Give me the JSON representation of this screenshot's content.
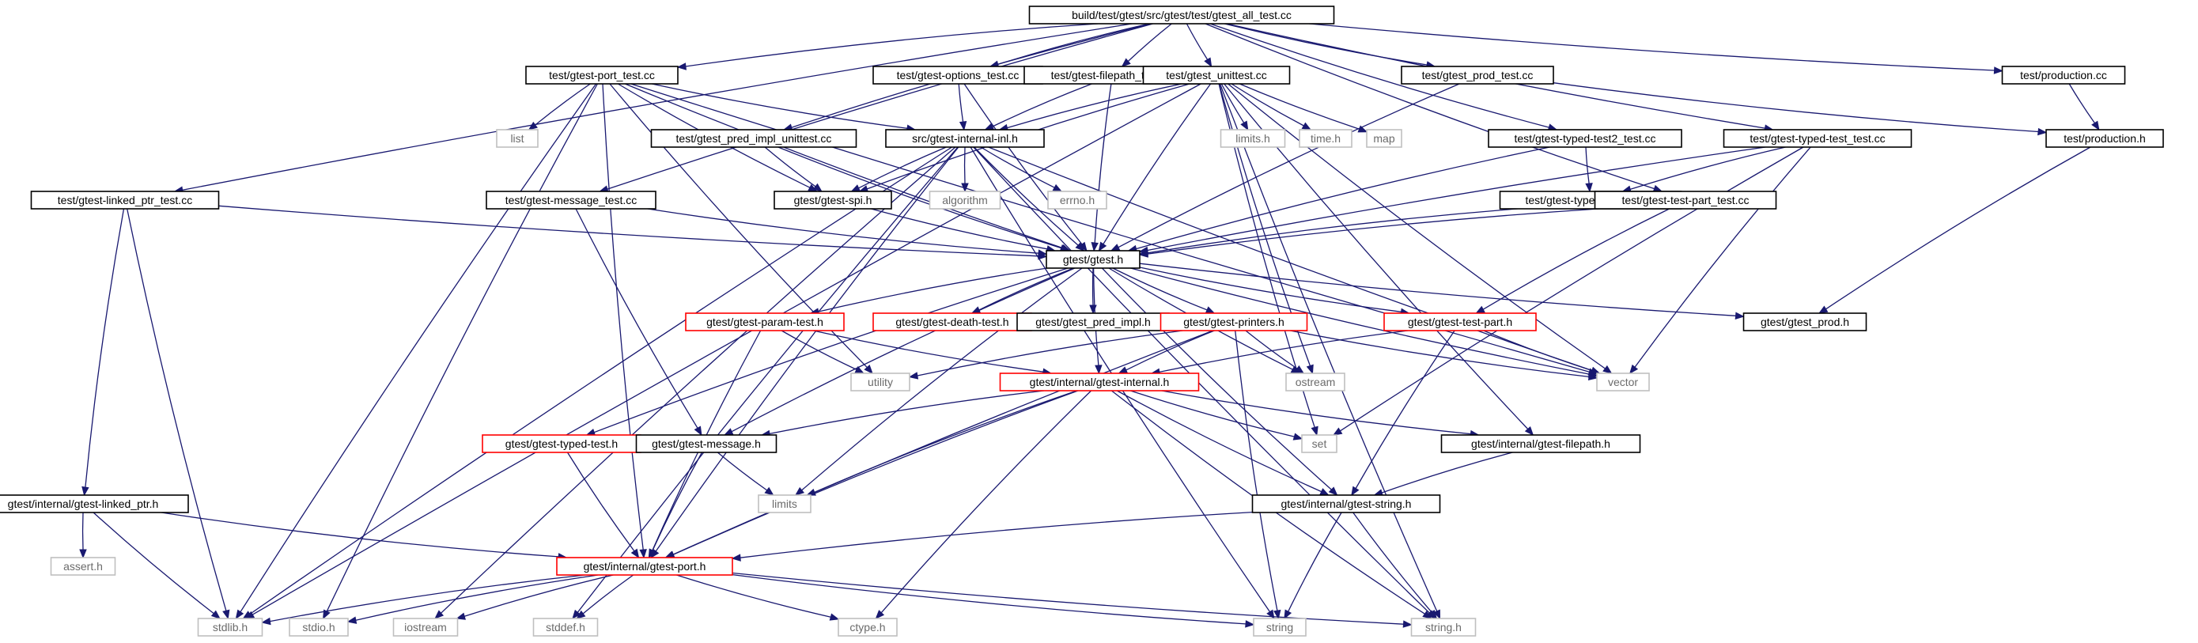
{
  "diagram": {
    "type": "include-dependency-graph",
    "colors": {
      "edge": "#191970",
      "root_fill": "#bfbfbf",
      "header_border": "#000000",
      "truncated_border": "#ff0000",
      "system_border": "#bfbfbf",
      "system_text": "#6b6b6b",
      "background": "#ffffff"
    },
    "nodes": [
      {
        "id": "root",
        "label": "build/test/gtest/src/gtest/test/gtest_all_test.cc",
        "kind": "root"
      },
      {
        "id": "port_test",
        "label": "test/gtest-port_test.cc",
        "kind": "file"
      },
      {
        "id": "options_test",
        "label": "test/gtest-options_test.cc",
        "kind": "file"
      },
      {
        "id": "filepath_test",
        "label": "test/gtest-filepath_test.cc",
        "kind": "file"
      },
      {
        "id": "unittest",
        "label": "test/gtest_unittest.cc",
        "kind": "file"
      },
      {
        "id": "prod_test",
        "label": "test/gtest_prod_test.cc",
        "kind": "file"
      },
      {
        "id": "production_cc",
        "label": "test/production.cc",
        "kind": "file"
      },
      {
        "id": "list",
        "label": "list",
        "kind": "system"
      },
      {
        "id": "pred_impl_unittest",
        "label": "test/gtest_pred_impl_unittest.cc",
        "kind": "file"
      },
      {
        "id": "internal_inl",
        "label": "src/gtest-internal-inl.h",
        "kind": "file"
      },
      {
        "id": "limits_h",
        "label": "limits.h",
        "kind": "system"
      },
      {
        "id": "time_h",
        "label": "time.h",
        "kind": "system"
      },
      {
        "id": "map",
        "label": "map",
        "kind": "system"
      },
      {
        "id": "typed_test2",
        "label": "test/gtest-typed-test2_test.cc",
        "kind": "file"
      },
      {
        "id": "typed_test_cc",
        "label": "test/gtest-typed-test_test.cc",
        "kind": "file"
      },
      {
        "id": "production_h",
        "label": "test/production.h",
        "kind": "file"
      },
      {
        "id": "linked_ptr_test",
        "label": "test/gtest-linked_ptr_test.cc",
        "kind": "file"
      },
      {
        "id": "message_test",
        "label": "test/gtest-message_test.cc",
        "kind": "file"
      },
      {
        "id": "spi",
        "label": "gtest/gtest-spi.h",
        "kind": "file"
      },
      {
        "id": "algorithm",
        "label": "algorithm",
        "kind": "system"
      },
      {
        "id": "errno",
        "label": "errno.h",
        "kind": "system"
      },
      {
        "id": "typed_test_h",
        "label": "test/gtest-typed-test_test.h",
        "kind": "file"
      },
      {
        "id": "test_part_test",
        "label": "test/gtest-test-part_test.cc",
        "kind": "file"
      },
      {
        "id": "gtest_h",
        "label": "gtest/gtest.h",
        "kind": "file"
      },
      {
        "id": "param_test",
        "label": "gtest/gtest-param-test.h",
        "kind": "truncated"
      },
      {
        "id": "death_test",
        "label": "gtest/gtest-death-test.h",
        "kind": "truncated"
      },
      {
        "id": "pred_impl",
        "label": "gtest/gtest_pred_impl.h",
        "kind": "file"
      },
      {
        "id": "printers",
        "label": "gtest/gtest-printers.h",
        "kind": "truncated"
      },
      {
        "id": "test_part",
        "label": "gtest/gtest-test-part.h",
        "kind": "truncated"
      },
      {
        "id": "gtest_prod",
        "label": "gtest/gtest_prod.h",
        "kind": "file"
      },
      {
        "id": "utility",
        "label": "utility",
        "kind": "system"
      },
      {
        "id": "gtest_internal",
        "label": "gtest/internal/gtest-internal.h",
        "kind": "truncated"
      },
      {
        "id": "ostream",
        "label": "ostream",
        "kind": "system"
      },
      {
        "id": "vector",
        "label": "vector",
        "kind": "system"
      },
      {
        "id": "typed_test_hdr",
        "label": "gtest/gtest-typed-test.h",
        "kind": "truncated"
      },
      {
        "id": "message_h",
        "label": "gtest/gtest-message.h",
        "kind": "file"
      },
      {
        "id": "set",
        "label": "set",
        "kind": "system"
      },
      {
        "id": "filepath_h",
        "label": "gtest/internal/gtest-filepath.h",
        "kind": "file"
      },
      {
        "id": "limits",
        "label": "limits",
        "kind": "system"
      },
      {
        "id": "linked_ptr_h",
        "label": "gtest/internal/gtest-linked_ptr.h",
        "kind": "file"
      },
      {
        "id": "string_h_int",
        "label": "gtest/internal/gtest-string.h",
        "kind": "file"
      },
      {
        "id": "assert_h",
        "label": "assert.h",
        "kind": "system"
      },
      {
        "id": "port_h",
        "label": "gtest/internal/gtest-port.h",
        "kind": "truncated"
      },
      {
        "id": "stdlib",
        "label": "stdlib.h",
        "kind": "system"
      },
      {
        "id": "stdio",
        "label": "stdio.h",
        "kind": "system"
      },
      {
        "id": "iostream",
        "label": "iostream",
        "kind": "system"
      },
      {
        "id": "stddef",
        "label": "stddef.h",
        "kind": "system"
      },
      {
        "id": "ctype",
        "label": "ctype.h",
        "kind": "system"
      },
      {
        "id": "string",
        "label": "string",
        "kind": "system"
      },
      {
        "id": "string_h",
        "label": "string.h",
        "kind": "system"
      }
    ],
    "edges": [
      [
        "root",
        "port_test"
      ],
      [
        "root",
        "options_test"
      ],
      [
        "root",
        "filepath_test"
      ],
      [
        "root",
        "unittest"
      ],
      [
        "root",
        "prod_test"
      ],
      [
        "root",
        "production_cc"
      ],
      [
        "root",
        "linked_ptr_test"
      ],
      [
        "root",
        "message_test"
      ],
      [
        "root",
        "pred_impl_unittest"
      ],
      [
        "root",
        "typed_test2"
      ],
      [
        "root",
        "typed_test_cc"
      ],
      [
        "root",
        "test_part_test"
      ],
      [
        "port_test",
        "list"
      ],
      [
        "port_test",
        "stdio"
      ],
      [
        "port_test",
        "stdlib"
      ],
      [
        "port_test",
        "internal_inl"
      ],
      [
        "port_test",
        "spi"
      ],
      [
        "port_test",
        "gtest_h"
      ],
      [
        "port_test",
        "utility"
      ],
      [
        "port_test",
        "vector"
      ],
      [
        "port_test",
        "port_h"
      ],
      [
        "options_test",
        "internal_inl"
      ],
      [
        "options_test",
        "gtest_h"
      ],
      [
        "filepath_test",
        "internal_inl"
      ],
      [
        "filepath_test",
        "gtest_h"
      ],
      [
        "unittest",
        "internal_inl"
      ],
      [
        "unittest",
        "limits_h"
      ],
      [
        "unittest",
        "time_h"
      ],
      [
        "unittest",
        "map"
      ],
      [
        "unittest",
        "spi"
      ],
      [
        "unittest",
        "gtest_h"
      ],
      [
        "unittest",
        "ostream"
      ],
      [
        "unittest",
        "vector"
      ],
      [
        "unittest",
        "stdlib"
      ],
      [
        "unittest",
        "string_h"
      ],
      [
        "unittest",
        "set"
      ],
      [
        "unittest",
        "filepath_h"
      ],
      [
        "prod_test",
        "gtest_h"
      ],
      [
        "prod_test",
        "production_h"
      ],
      [
        "production_cc",
        "production_h"
      ],
      [
        "production_h",
        "gtest_prod"
      ],
      [
        "pred_impl_unittest",
        "spi"
      ],
      [
        "pred_impl_unittest",
        "gtest_h"
      ],
      [
        "internal_inl",
        "spi"
      ],
      [
        "internal_inl",
        "algorithm"
      ],
      [
        "internal_inl",
        "errno"
      ],
      [
        "internal_inl",
        "gtest_h"
      ],
      [
        "internal_inl",
        "vector"
      ],
      [
        "internal_inl",
        "stdlib"
      ],
      [
        "internal_inl",
        "iostream"
      ],
      [
        "internal_inl",
        "stddef"
      ],
      [
        "internal_inl",
        "port_h"
      ],
      [
        "internal_inl",
        "string"
      ],
      [
        "internal_inl",
        "string_h"
      ],
      [
        "typed_test2",
        "typed_test_h"
      ],
      [
        "typed_test2",
        "gtest_h"
      ],
      [
        "typed_test_cc",
        "typed_test_h"
      ],
      [
        "typed_test_cc",
        "gtest_h"
      ],
      [
        "typed_test_cc",
        "vector"
      ],
      [
        "typed_test_cc",
        "set"
      ],
      [
        "typed_test_h",
        "gtest_h"
      ],
      [
        "linked_ptr_test",
        "gtest_h"
      ],
      [
        "linked_ptr_test",
        "linked_ptr_h"
      ],
      [
        "linked_ptr_test",
        "stdlib"
      ],
      [
        "message_test",
        "gtest_h"
      ],
      [
        "message_test",
        "message_h"
      ],
      [
        "spi",
        "gtest_h"
      ],
      [
        "test_part_test",
        "gtest_h"
      ],
      [
        "test_part_test",
        "test_part"
      ],
      [
        "gtest_h",
        "param_test"
      ],
      [
        "gtest_h",
        "death_test"
      ],
      [
        "gtest_h",
        "pred_impl"
      ],
      [
        "gtest_h",
        "printers"
      ],
      [
        "gtest_h",
        "test_part"
      ],
      [
        "gtest_h",
        "gtest_prod"
      ],
      [
        "gtest_h",
        "gtest_internal"
      ],
      [
        "gtest_h",
        "typed_test_hdr"
      ],
      [
        "gtest_h",
        "message_h"
      ],
      [
        "gtest_h",
        "ostream"
      ],
      [
        "gtest_h",
        "vector"
      ],
      [
        "gtest_h",
        "limits"
      ],
      [
        "gtest_h",
        "string_h_int"
      ],
      [
        "param_test",
        "utility"
      ],
      [
        "param_test",
        "gtest_internal"
      ],
      [
        "param_test",
        "port_h"
      ],
      [
        "printers",
        "utility"
      ],
      [
        "printers",
        "ostream"
      ],
      [
        "printers",
        "vector"
      ],
      [
        "printers",
        "gtest_internal"
      ],
      [
        "printers",
        "string"
      ],
      [
        "printers",
        "port_h"
      ],
      [
        "test_part",
        "vector"
      ],
      [
        "test_part",
        "gtest_internal"
      ],
      [
        "test_part",
        "string_h_int"
      ],
      [
        "gtest_internal",
        "message_h"
      ],
      [
        "gtest_internal",
        "limits"
      ],
      [
        "gtest_internal",
        "set"
      ],
      [
        "gtest_internal",
        "filepath_h"
      ],
      [
        "gtest_internal",
        "string_h_int"
      ],
      [
        "gtest_internal",
        "port_h"
      ],
      [
        "gtest_internal",
        "ctype"
      ],
      [
        "gtest_internal",
        "string_h"
      ],
      [
        "typed_test_hdr",
        "port_h"
      ],
      [
        "message_h",
        "limits"
      ],
      [
        "message_h",
        "port_h"
      ],
      [
        "filepath_h",
        "string_h_int"
      ],
      [
        "linked_ptr_h",
        "assert_h"
      ],
      [
        "linked_ptr_h",
        "stdlib"
      ],
      [
        "linked_ptr_h",
        "port_h"
      ],
      [
        "string_h_int",
        "port_h"
      ],
      [
        "string_h_int",
        "string"
      ],
      [
        "string_h_int",
        "string_h"
      ],
      [
        "port_h",
        "stdlib"
      ],
      [
        "port_h",
        "stdio"
      ],
      [
        "port_h",
        "iostream"
      ],
      [
        "port_h",
        "stddef"
      ],
      [
        "port_h",
        "ctype"
      ],
      [
        "port_h",
        "string"
      ],
      [
        "port_h",
        "string_h"
      ]
    ]
  }
}
